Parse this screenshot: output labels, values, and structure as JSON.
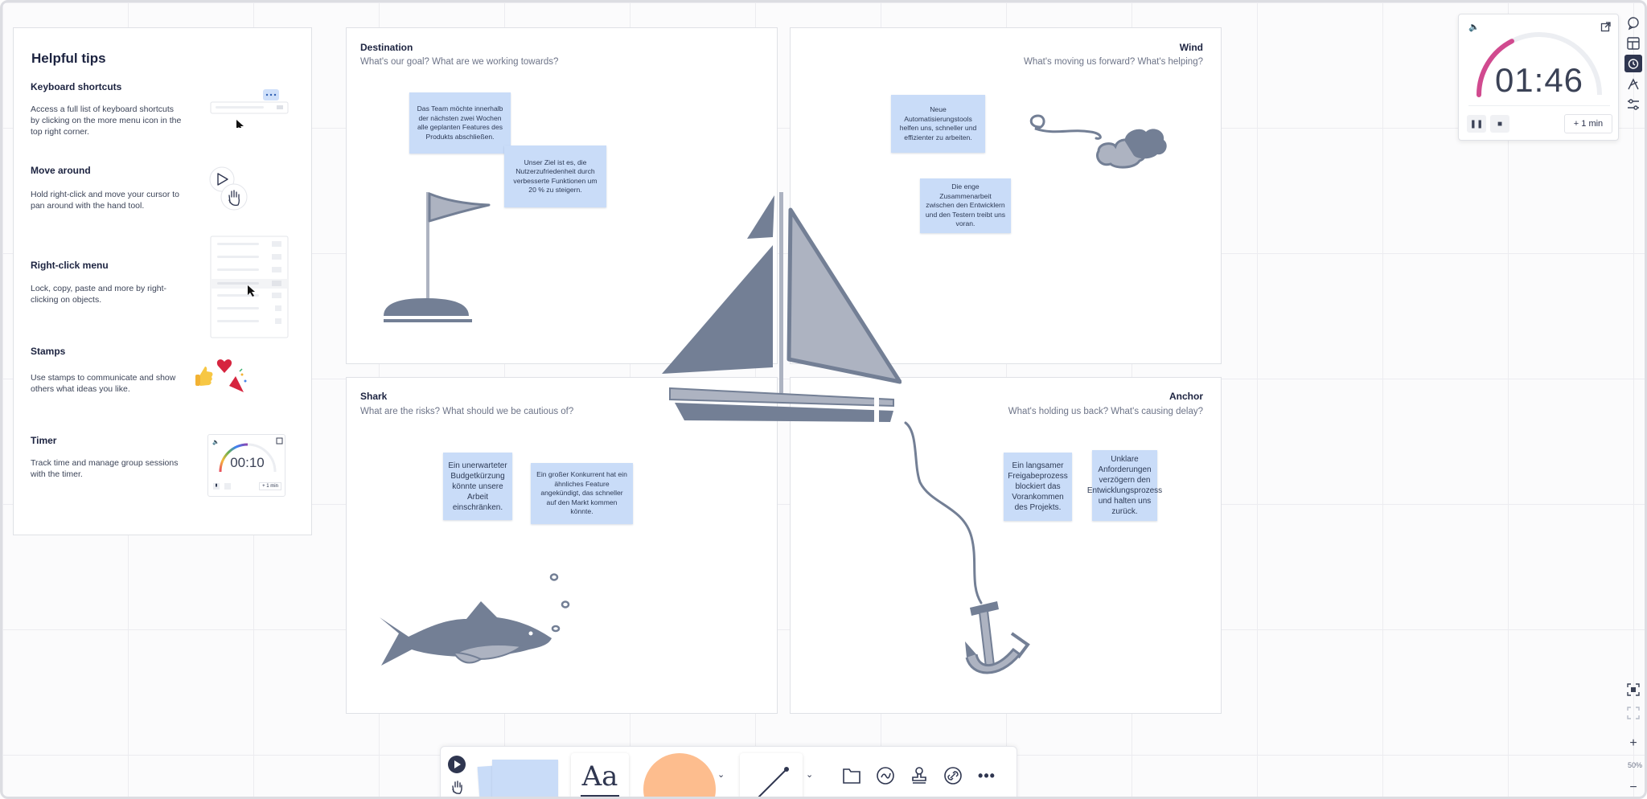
{
  "tips": {
    "title": "Helpful tips",
    "items": [
      {
        "heading": "Keyboard shortcuts",
        "text": "Access a full list of keyboard shortcuts by clicking on the more menu icon in the top right corner."
      },
      {
        "heading": "Move around",
        "text": "Hold right-click and move your cursor to pan around with the hand tool."
      },
      {
        "heading": "Right-click menu",
        "text": "Lock, copy, paste and more by right-clicking on objects."
      },
      {
        "heading": "Stamps",
        "text": "Use stamps to communicate and show others what ideas you like."
      },
      {
        "heading": "Timer",
        "text": "Track time and manage group sessions with the timer."
      }
    ],
    "mini_timer": {
      "value": "00:10",
      "plus": "+ 1 min"
    }
  },
  "frames": {
    "destination": {
      "title": "Destination",
      "subtitle": "What's our goal? What are we working towards?"
    },
    "wind": {
      "title": "Wind",
      "subtitle": "What's moving us forward? What's helping?"
    },
    "shark": {
      "title": "Shark",
      "subtitle": "What are the risks? What should we be cautious of?"
    },
    "anchor": {
      "title": "Anchor",
      "subtitle": "What's holding us back? What's causing delay?"
    }
  },
  "notes": {
    "destination": [
      "Das Team möchte innerhalb der nächsten zwei Wochen alle geplanten Features des Produkts abschließen.",
      "Unser Ziel ist es, die Nutzerzufriedenheit durch verbesserte Funktionen um 20 % zu steigern."
    ],
    "wind": [
      "Neue Automatisierungstools helfen uns, schneller und effizienter zu arbeiten.",
      "Die enge Zusammenarbeit zwischen den Entwicklern und den Testern treibt uns voran."
    ],
    "shark": [
      "Ein unerwarteter Budgetkürzung könnte unsere Arbeit einschränken.",
      "Ein großer Konkurrent hat ein ähnliches Feature angekündigt, das schneller auf den Markt kommen könnte."
    ],
    "anchor": [
      "Ein langsamer Freigabeprozess blockiert das Vorankommen des Projekts.",
      "Unklare Anforderungen verzögern den Entwicklungsprozess und halten uns zurück."
    ]
  },
  "timer": {
    "value": "01:46",
    "plus": "+ 1 min",
    "progress": 0.35,
    "accent": "#d14a8f"
  },
  "zoom": "50%",
  "colors": {
    "note": "#c9dcf8",
    "illustration": "#737f95",
    "illustration_light": "#adb3c1",
    "shape": "#fdbd8e"
  }
}
